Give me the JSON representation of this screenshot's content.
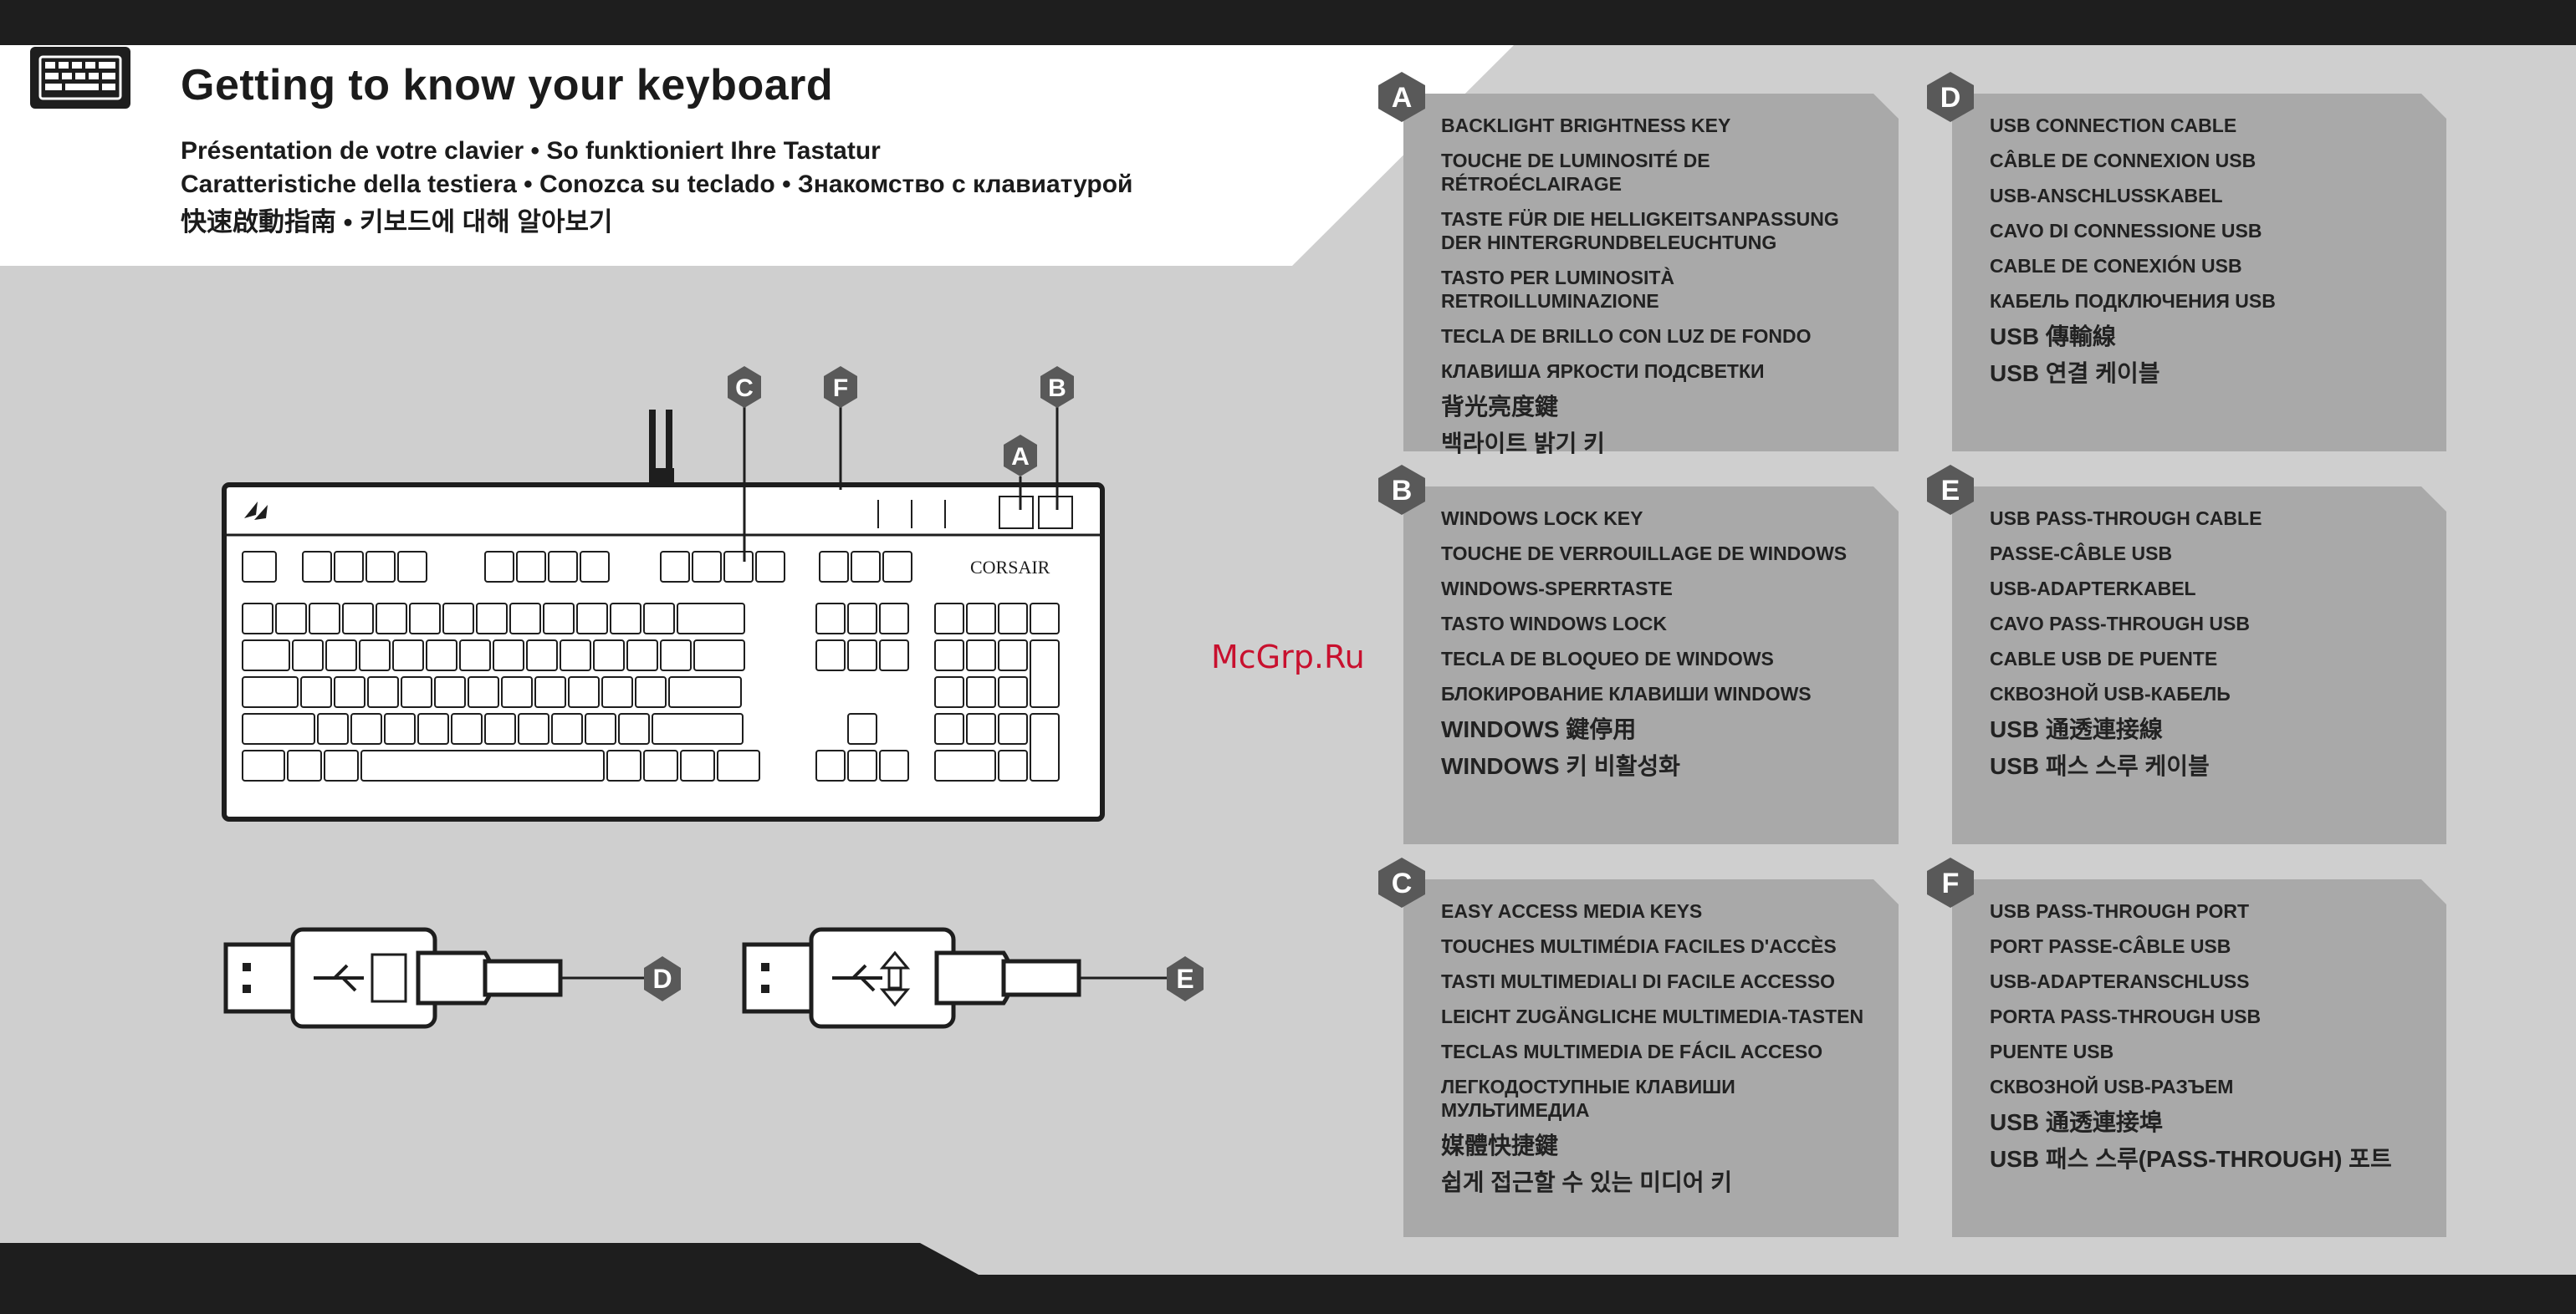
{
  "header": {
    "title": "Getting to know your keyboard",
    "subtitle_line1": "Présentation de votre clavier • So funktioniert Ihre Tastatur",
    "subtitle_line2": "Caratteristiche della testiera • Conozca su teclado • Знакомство с клавиатурой",
    "subtitle_line3": "快速啟動指南 • 키보드에 대해 알아보기",
    "icon": "keyboard-icon"
  },
  "keyboard": {
    "brand": "CORSAIR",
    "callouts": [
      "A",
      "B",
      "C",
      "F"
    ]
  },
  "connectors": [
    {
      "letter": "D"
    },
    {
      "letter": "E"
    }
  ],
  "panels": [
    {
      "letter": "A",
      "lines": [
        "BACKLIGHT BRIGHTNESS KEY",
        "TOUCHE DE LUMINOSITÉ DE RÉTROÉCLAIRAGE",
        "TASTE FÜR DIE HELLIGKEITSANPASSUNG DER HINTERGRUNDBELEUCHTUNG",
        "TASTO PER LUMINOSITÀ RETROILLUMINAZIONE",
        "TECLA DE BRILLO CON LUZ DE FONDO",
        "КЛАВИША ЯРКОСТИ ПОДСВЕТКИ",
        "背光亮度鍵",
        "백라이트 밝기 키"
      ]
    },
    {
      "letter": "D",
      "lines": [
        "USB CONNECTION CABLE",
        "CÂBLE DE CONNEXION USB",
        "USB-ANSCHLUSSKABEL",
        "CAVO DI CONNESSIONE USB",
        "CABLE DE CONEXIÓN USB",
        "КАБЕЛЬ ПОДКЛЮЧЕНИЯ USB",
        "USB 傳輸線",
        "USB 연결 케이블"
      ]
    },
    {
      "letter": "B",
      "lines": [
        "WINDOWS LOCK KEY",
        "TOUCHE DE VERROUILLAGE DE WINDOWS",
        "WINDOWS-SPERRTASTE",
        "TASTO WINDOWS LOCK",
        "TECLA DE BLOQUEO DE WINDOWS",
        "БЛОКИРОВАНИЕ КЛАВИШИ WINDOWS",
        "WINDOWS 鍵停用",
        "WINDOWS 키 비활성화"
      ]
    },
    {
      "letter": "E",
      "lines": [
        "USB PASS-THROUGH CABLE",
        "PASSE-CÂBLE USB",
        "USB-ADAPTERKABEL",
        "CAVO PASS-THROUGH USB",
        "CABLE USB DE PUENTE",
        "СКВОЗНОЙ USB-КАБЕЛЬ",
        "USB 通透連接線",
        "USB 패스 스루 케이블"
      ]
    },
    {
      "letter": "C",
      "lines": [
        "EASY ACCESS MEDIA KEYS",
        "TOUCHES MULTIMÉDIA FACILES D'ACCÈS",
        "TASTI MULTIMEDIALI DI FACILE ACCESSO",
        "LEICHT ZUGÄNGLICHE MULTIMEDIA-TASTEN",
        "TECLAS MULTIMEDIA DE FÁCIL ACCESO",
        "ЛЕГКОДОСТУПНЫЕ КЛАВИШИ МУЛЬТИМЕДИА",
        "媒體快捷鍵",
        "쉽게 접근할 수 있는 미디어 키"
      ]
    },
    {
      "letter": "F",
      "lines": [
        "USB PASS-THROUGH PORT",
        "PORT PASSE-CÂBLE USB",
        "USB-ADAPTERANSCHLUSS",
        "PORTA PASS-THROUGH USB",
        "PUENTE USB",
        "СКВОЗНОЙ USB-РАЗЪЕМ",
        "USB 通透連接埠",
        "USB 패스 스루(PASS-THROUGH) 포트"
      ]
    }
  ],
  "watermark": "McGrp.Ru",
  "colors": {
    "dark": "#1e1e1e",
    "panel": "#a9a9a9",
    "badge": "#595959",
    "background": "#cfcfcf",
    "white": "#ffffff"
  }
}
